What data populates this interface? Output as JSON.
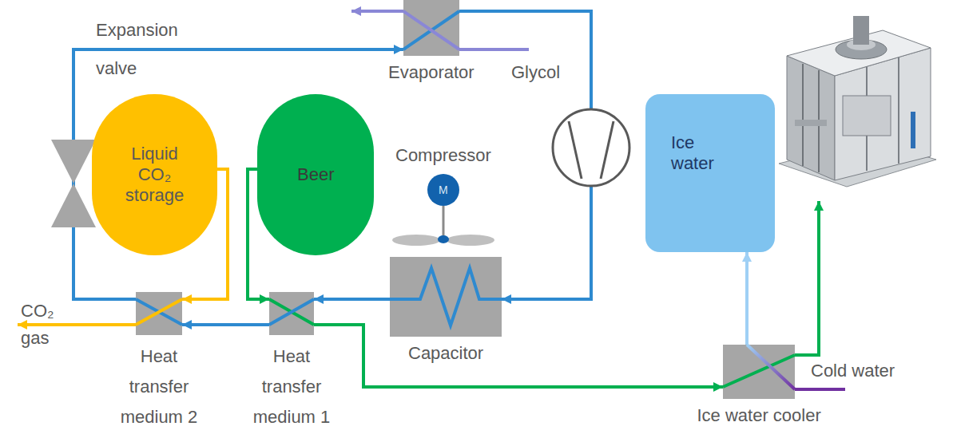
{
  "diagram": {
    "nodes": [
      {
        "text": [
          "Evaporator"
        ]
      },
      {
        "text": [
          "Liquid CO₂ storage"
        ]
      },
      {
        "text": [
          "Beer"
        ]
      },
      {
        "text": [
          "Compressor",
          "M"
        ]
      },
      {
        "text": [
          "Ice water"
        ]
      },
      {
        "text": [
          "Capacitor"
        ]
      },
      {
        "text": [
          "Heat transfer medium 2"
        ]
      },
      {
        "text": [
          "Heat transfer medium 1"
        ]
      },
      {
        "text": [
          "Ice water cooler"
        ]
      }
    ],
    "edges": [
      {
        "from": 6,
        "to": 0,
        "arrow": "to"
      },
      {
        "from": 0,
        "to": 5,
        "arrow": "to"
      },
      {
        "from": 5,
        "to": 7,
        "arrow": "to"
      },
      {
        "from": 7,
        "to": 6,
        "arrow": "to"
      },
      {
        "from": 1,
        "to": 6,
        "arrow": "to"
      },
      {
        "from": 2,
        "to": 7,
        "arrow": "to"
      },
      {
        "from": 7,
        "to": 8,
        "arrow": "to"
      },
      {
        "from": 8,
        "to": 4,
        "arrow": "to"
      }
    ],
    "labels": [
      "Expansion valve",
      "Glycol",
      "CO₂ gas",
      "Cold water"
    ]
  }
}
